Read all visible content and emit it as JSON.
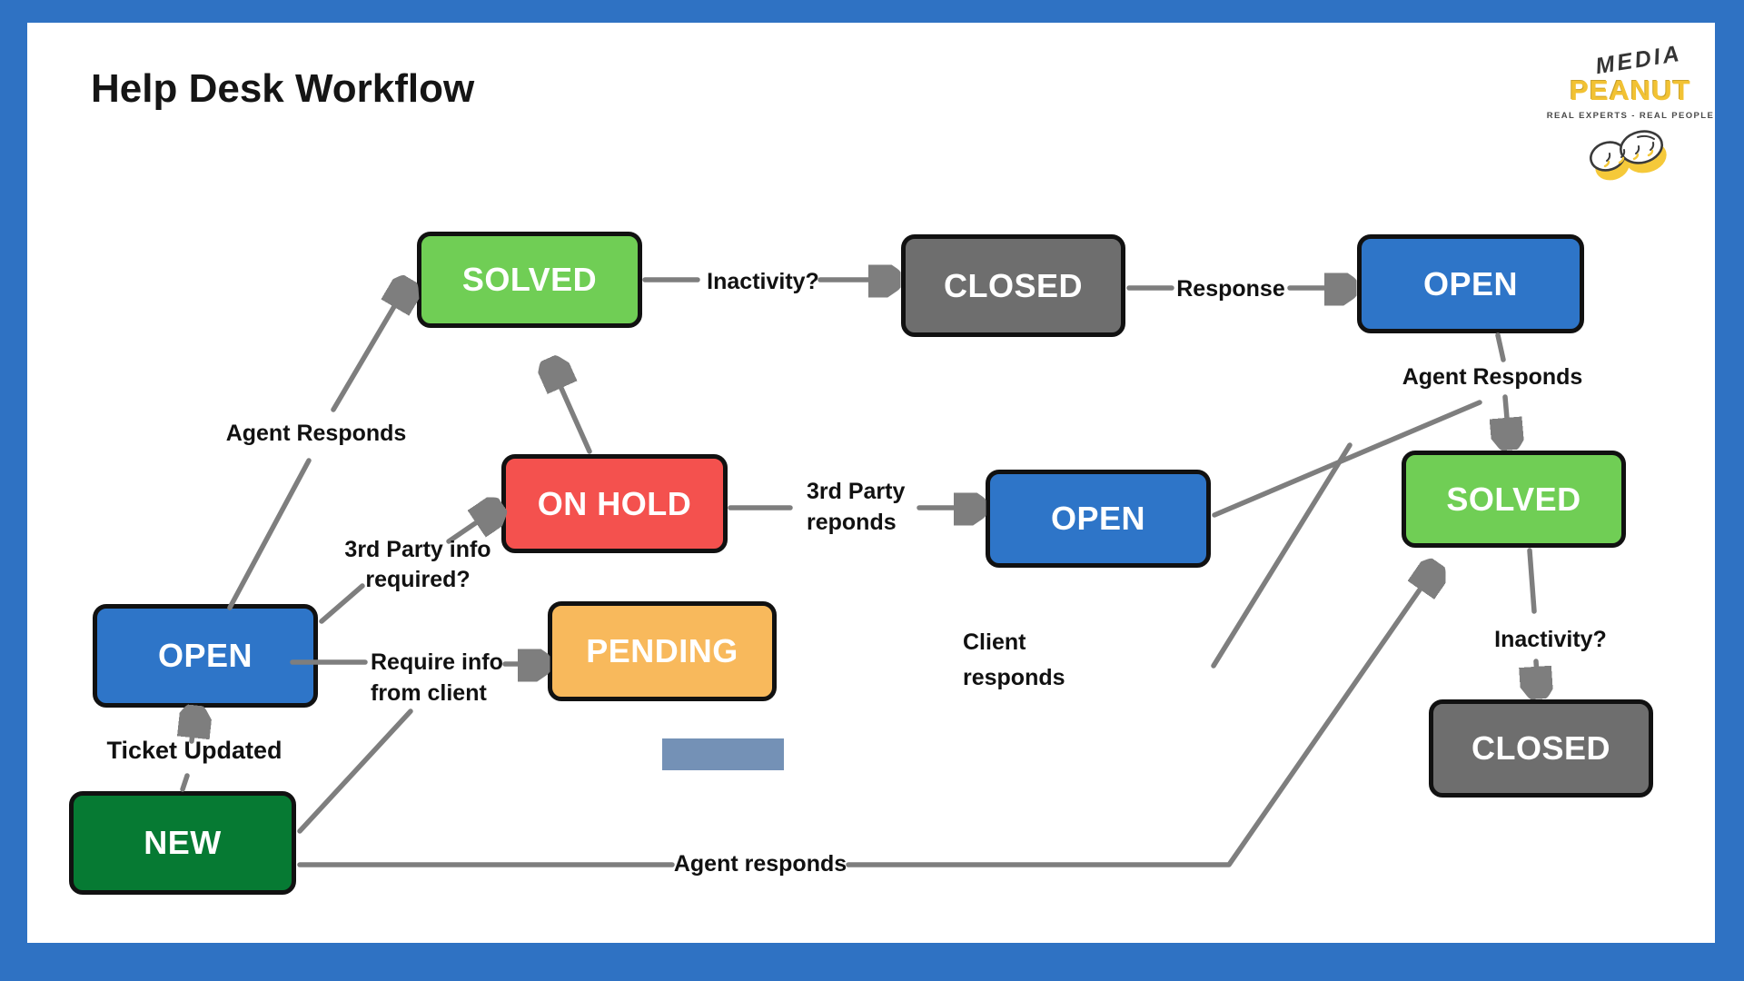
{
  "title": "Help Desk Workflow",
  "logo": {
    "media": "MEDIA",
    "peanut": "PEANUT",
    "tagline": "REAL EXPERTS - REAL PEOPLE"
  },
  "nodes": [
    {
      "id": "solved-top",
      "label": "SOLVED",
      "color": "#70CE55"
    },
    {
      "id": "closed-top",
      "label": "CLOSED",
      "color": "#6E6E6E"
    },
    {
      "id": "open-top-right",
      "label": "OPEN",
      "color": "#2E75C8"
    },
    {
      "id": "on-hold",
      "label": "ON HOLD",
      "color": "#F4514E"
    },
    {
      "id": "open-middle",
      "label": "OPEN",
      "color": "#2E75C8"
    },
    {
      "id": "solved-right",
      "label": "SOLVED",
      "color": "#70CE55"
    },
    {
      "id": "pending",
      "label": "PENDING",
      "color": "#F8B95C"
    },
    {
      "id": "open-left",
      "label": "OPEN",
      "color": "#2E75C8"
    },
    {
      "id": "closed-right",
      "label": "CLOSED",
      "color": "#6E6E6E"
    },
    {
      "id": "new",
      "label": "NEW",
      "color": "#067A33"
    }
  ],
  "labels": {
    "inactivity_top": "Inactivity?",
    "response": "Response",
    "agent_responds_right": "Agent Responds",
    "agent_responds_left": "Agent Responds",
    "third_party_info_line1": "3rd Party info",
    "third_party_info_line2": "required?",
    "third_party_reponds_line1": "3rd Party",
    "third_party_reponds_line2": "reponds",
    "require_info_line1": "Require info",
    "require_info_line2": "from client",
    "ticket_updated": "Ticket Updated",
    "client_responds_line1": "Client",
    "client_responds_line2": "responds",
    "agent_responds_bottom": "Agent responds",
    "inactivity_right": "Inactivity?"
  },
  "colors": {
    "frame_border": "#2F72C3",
    "connector_line": "#7E7E7E",
    "node_border": "#111111",
    "label_text": "#111111",
    "accent_rect": "#7491B6",
    "logo_yellow": "#F2C233"
  }
}
